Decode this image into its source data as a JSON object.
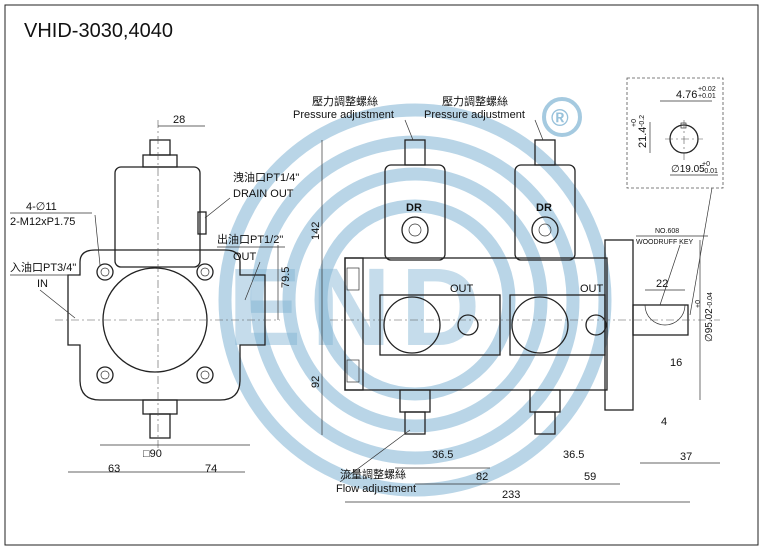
{
  "title": "VHID-3030,4040",
  "logo": {
    "text": "END",
    "registered": "®",
    "color": "#7fb3d3"
  },
  "side_view": {
    "dim_top": "28",
    "drain_label_cn": "洩油口PT1/4\"",
    "drain_label_en": "DRAIN OUT",
    "holes_label": "4-∅11",
    "thread_label": "2-M12xP1.75",
    "out_label_cn": "出油口PT1/2\"",
    "out_label_en": "OUT",
    "in_label_cn": "入油口PT3/4\"",
    "in_label_en": "IN",
    "dim_height_out": "79.5",
    "dim_square": "□90",
    "dim_left": "63",
    "dim_right": "74"
  },
  "front_view": {
    "pressure_cn_1": "壓力調整螺絲",
    "pressure_en_1": "Pressure adjustment",
    "pressure_cn_2": "壓力調整螺絲",
    "pressure_en_2": "Pressure adjustment",
    "dr_1": "DR",
    "dr_2": "DR",
    "out_1": "OUT",
    "out_2": "OUT",
    "flow_cn": "流量調整螺絲",
    "flow_en": "Flow adjustment",
    "dim_142": "142",
    "dim_92": "92",
    "dim_36_5_a": "36.5",
    "dim_36_5_b": "36.5",
    "dim_82": "82",
    "dim_59": "59",
    "dim_37": "37",
    "dim_4": "4",
    "dim_16": "16",
    "dim_22": "22",
    "dim_233": "233",
    "shaft_dia": "∅95.02",
    "shaft_tol_upper": "+0",
    "shaft_tol_lower": "-0.04",
    "key_no": "NO.608",
    "key_name": "WOODRUFF KEY"
  },
  "key_detail": {
    "width": "4.76",
    "width_tol_upper": "+0.02",
    "width_tol_lower": "+0.01",
    "height": "21.4",
    "height_tol_upper": "+0",
    "height_tol_lower": "-0.2",
    "diameter": "∅19.05",
    "dia_tol_upper": "+0",
    "dia_tol_lower": "-0.01"
  }
}
